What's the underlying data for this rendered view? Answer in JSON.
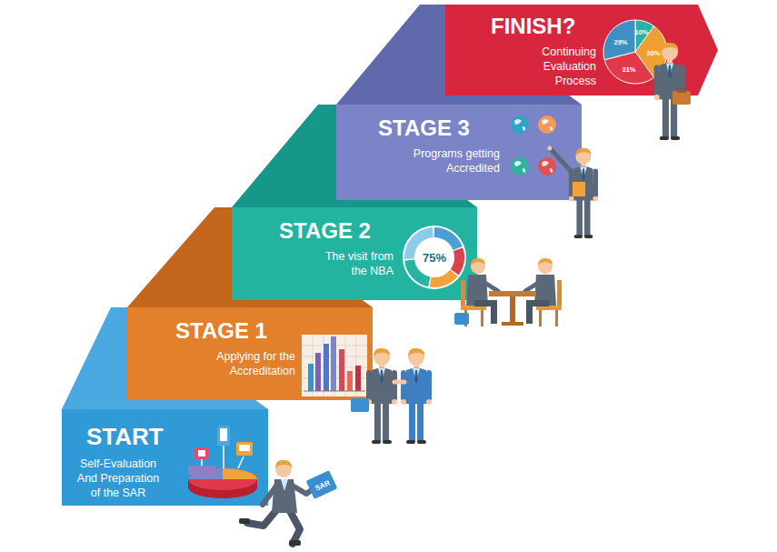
{
  "diagram": {
    "nodes": [
      {
        "text": [
          "START",
          "Self-Evaluation And Preparation of the SAR"
        ]
      },
      {
        "text": [
          "STAGE 1",
          "Applying for the Accreditation"
        ]
      },
      {
        "text": [
          "STAGE 2",
          "The visit from the NBA"
        ]
      },
      {
        "text": [
          "STAGE 3",
          "Programs getting Accredited"
        ]
      },
      {
        "text": [
          "FINISH?",
          "Continuing Evaluation Process"
        ]
      }
    ],
    "labels": [
      "SAR",
      "75%",
      "29%",
      "10%",
      "30%",
      "31%"
    ]
  }
}
